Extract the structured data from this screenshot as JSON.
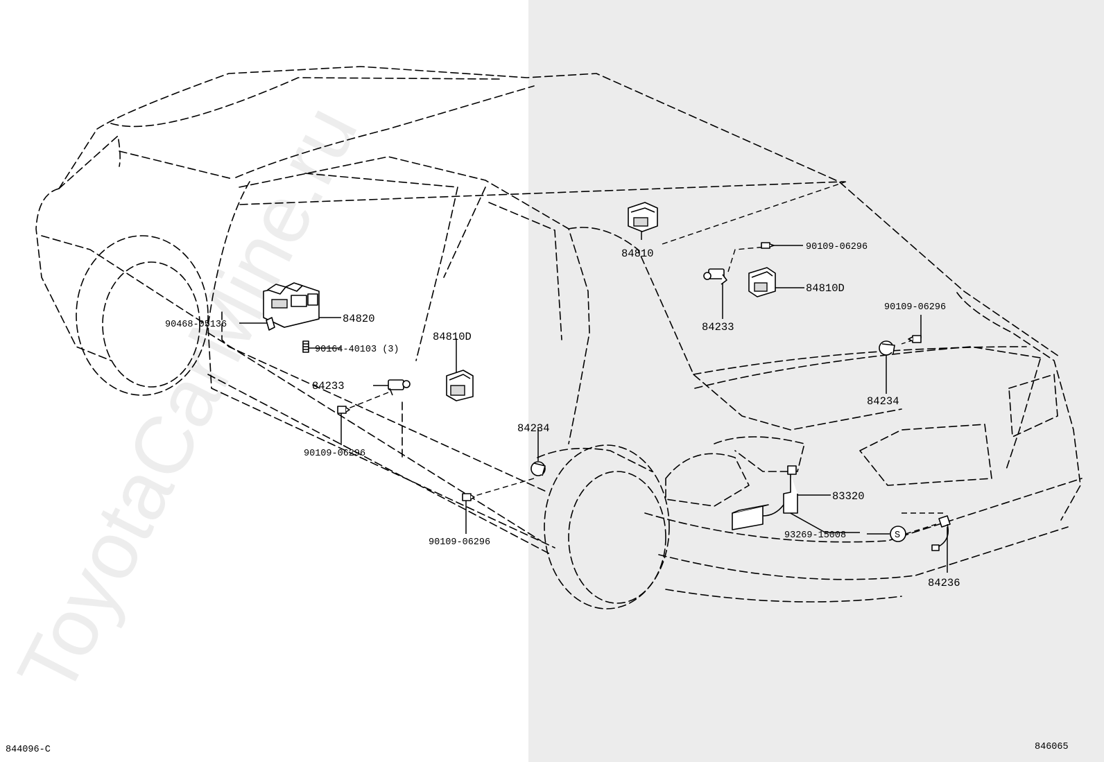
{
  "watermark": "ToyotaCarMine.ru",
  "drawing_codes": {
    "left": "844096-C",
    "right": "846065"
  },
  "callouts": {
    "p84810_top": "84810",
    "p90109_a": "90109-06296",
    "p84810d_right": "84810D",
    "p84233_right": "84233",
    "p90109_b": "90109-06296",
    "p84234_right": "84234",
    "p90468": "90468-05136",
    "p84820": "84820",
    "p90164": "90164-40103 (3)",
    "p84810d_left": "84810D",
    "p84233_left": "84233",
    "p90109_c": "90109-06296",
    "p84234_left": "84234",
    "p90109_d": "90109-06296",
    "p83320": "83320",
    "p93269": "93269-15008",
    "s_marker": "S",
    "p84236": "84236"
  }
}
